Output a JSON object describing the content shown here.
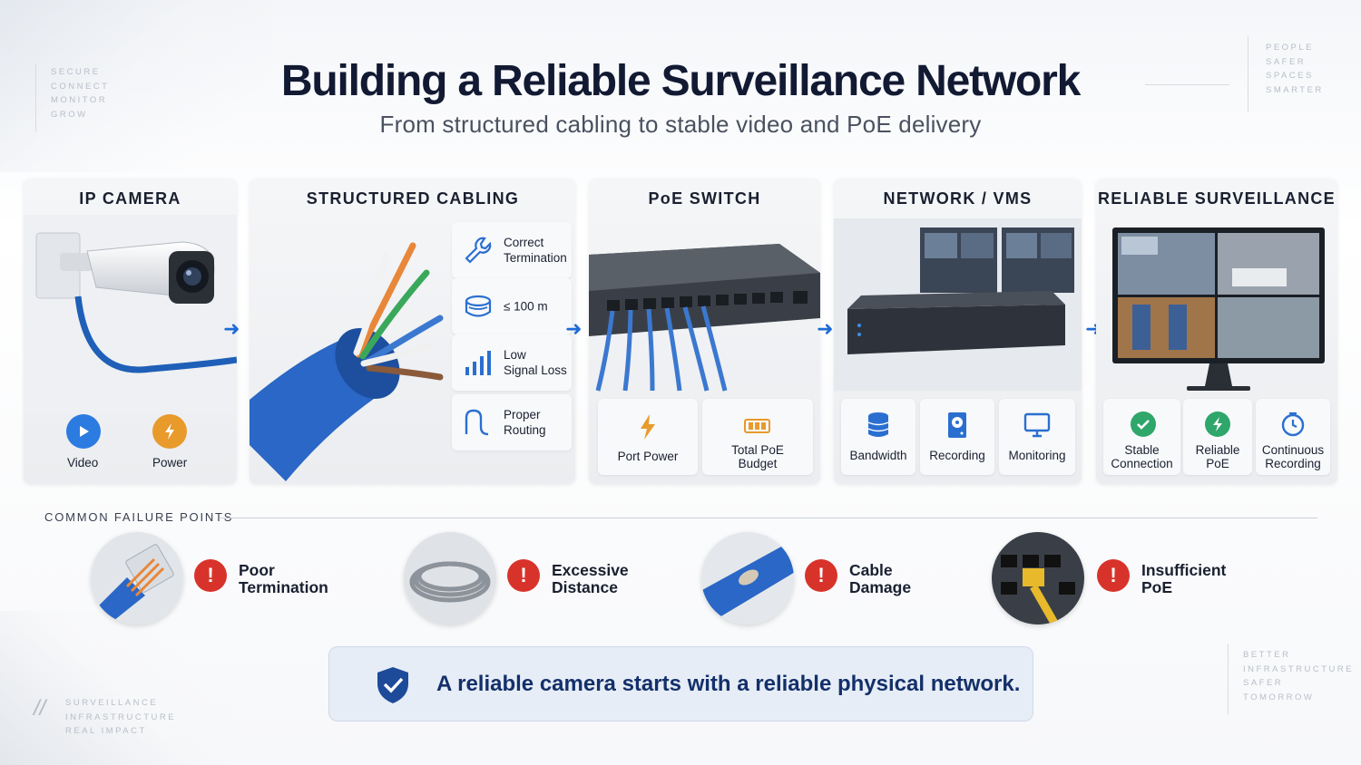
{
  "title": "Building a Reliable Surveillance Network",
  "subtitle": "From structured cabling to stable video and PoE delivery",
  "corner_tl": [
    "SECURE",
    "CONNECT",
    "MONITOR",
    "GROW"
  ],
  "corner_tr": [
    "PEOPLE",
    "SAFER",
    "SPACES",
    "SMARTER"
  ],
  "corner_bl": [
    "SURVEILLANCE",
    "INFRASTRUCTURE",
    "REAL IMPACT"
  ],
  "corner_bl_mark": "//",
  "corner_br": [
    "BETTER",
    "INFRASTRUCTURE",
    "SAFER",
    "TOMORROW"
  ],
  "stages": {
    "camera": {
      "title": "IP CAMERA",
      "items": [
        "Video",
        "Power"
      ]
    },
    "cabling": {
      "title": "STRUCTURED CABLING",
      "items": [
        {
          "l1": "Correct",
          "l2": "Termination"
        },
        {
          "l1": "≤ 100 m",
          "l2": ""
        },
        {
          "l1": "Low",
          "l2": "Signal Loss"
        },
        {
          "l1": "Proper",
          "l2": "Routing"
        }
      ]
    },
    "switch": {
      "title": "PoE SWITCH",
      "items": [
        {
          "l1": "Port Power",
          "l2": ""
        },
        {
          "l1": "Total PoE",
          "l2": "Budget"
        }
      ]
    },
    "network": {
      "title": "NETWORK / VMS",
      "items": [
        "Bandwidth",
        "Recording",
        "Monitoring"
      ]
    },
    "reliable": {
      "title": "RELIABLE SURVEILLANCE",
      "items": [
        {
          "l1": "Stable",
          "l2": "Connection"
        },
        {
          "l1": "Reliable",
          "l2": "PoE"
        },
        {
          "l1": "Continuous",
          "l2": "Recording"
        }
      ]
    }
  },
  "failure_header": "COMMON FAILURE POINTS",
  "failures": [
    {
      "l1": "Poor",
      "l2": "Termination"
    },
    {
      "l1": "Excessive",
      "l2": "Distance"
    },
    {
      "l1": "Cable",
      "l2": "Damage"
    },
    {
      "l1": "Insufficient",
      "l2": "PoE"
    }
  ],
  "alert_mark": "!",
  "banner": "A reliable camera starts with a reliable physical network.",
  "colors": {
    "accent_blue": "#1e6bd6",
    "alert_red": "#d8332a",
    "power_orange": "#e89a2b",
    "ok_green": "#2fa66a",
    "navy": "#14306a"
  }
}
